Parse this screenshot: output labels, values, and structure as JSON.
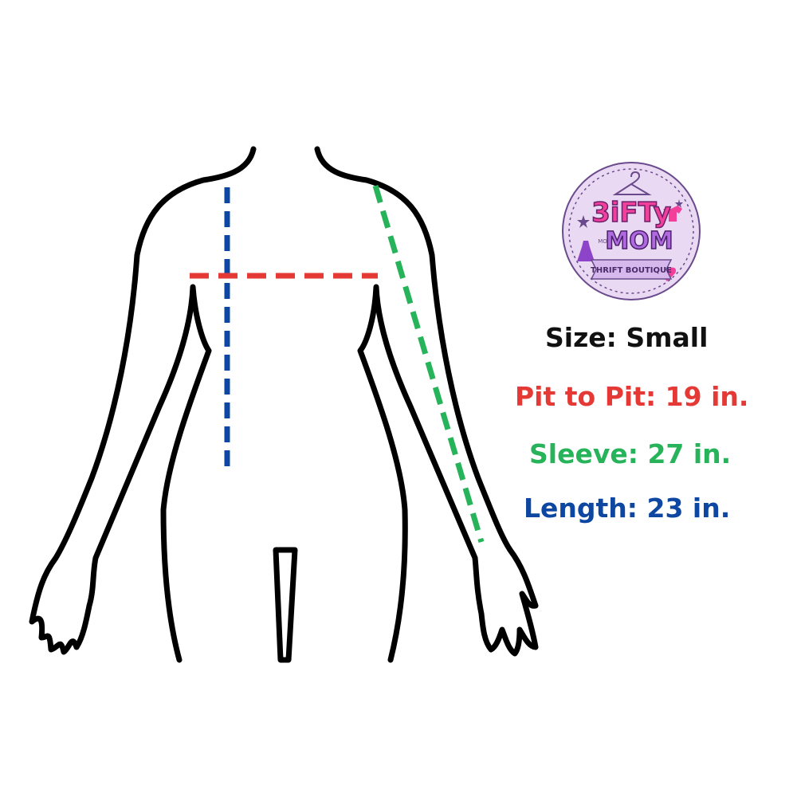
{
  "colors": {
    "outline": "#000000",
    "pit_to_pit": "#e53935",
    "sleeve": "#27b35a",
    "length": "#0d47a1",
    "logo_bg": "#ead9f2",
    "logo_ring": "#6a4a8c",
    "logo_pink": "#f2409a",
    "logo_purple": "#8e44c8"
  },
  "logo": {
    "name": "3ifty Mom",
    "line1": "3iFTy",
    "small": "MOM",
    "line2": "MOM",
    "tagline": "THRIFT BOUTIQUE",
    "icons": [
      "hanger-icon",
      "shirt-icon",
      "star-icon",
      "heart-icon",
      "dress-icon"
    ]
  },
  "measurements": {
    "size": {
      "label": "Size:",
      "value": "Small"
    },
    "pit_to_pit": {
      "label": "Pit to Pit:",
      "value": "19 in."
    },
    "sleeve": {
      "label": "Sleeve:",
      "value": "27 in."
    },
    "length": {
      "label": "Length:",
      "value": "23 in."
    }
  }
}
